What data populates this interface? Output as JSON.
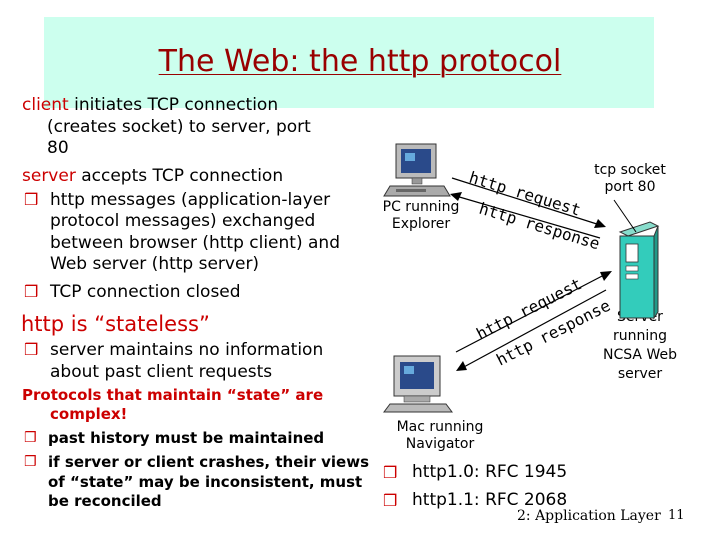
{
  "slide": {
    "title": "The Web: the http protocol",
    "footer_chapter": "2: Application Layer",
    "page_number": "11"
  },
  "body": {
    "line1_client": "client",
    "line1_rest": " initiates TCP connection",
    "line2": "(creates socket) to server, port",
    "line3": "80",
    "line4_server": "server",
    "line4_rest": " accepts TCP connection",
    "bullet1_line1": "http messages (application-layer",
    "bullet1_line2": "protocol messages) exchanged",
    "bullet1_line3": "between browser (http client) and",
    "bullet1_line4": "Web server (http server)",
    "bullet2": "TCP connection closed",
    "stateless_heading": "http is “stateless”",
    "bullet3_line1": "server maintains no information",
    "bullet3_line2": "about past client requests",
    "protocols_heading": "Protocols that maintain “state” are",
    "protocols_heading2": "complex!",
    "bullet4": "past history must be maintained",
    "bullet5_line1": "if server or client crashes, their views",
    "bullet5_line2": "of “state” may be inconsistent, must",
    "bullet5_line3": "be reconciled",
    "rfc1": "http1.0: RFC 1945",
    "rfc2": "http1.1: RFC 2068"
  },
  "diagram": {
    "pc_label_line1": "PC running",
    "pc_label_line2": "Explorer",
    "mac_label_line1": "Mac running",
    "mac_label_line2": "Navigator",
    "server_label_line1": "Server",
    "server_label_line2": "running",
    "server_label_line3": "NCSA Web",
    "server_label_line4": "server",
    "tcp_label_line1": "tcp socket",
    "tcp_label_line2": "port 80",
    "pc_request": "http request",
    "pc_response": "http response",
    "mac_request": "http request",
    "mac_response": "http response"
  },
  "colors": {
    "title_bg": "#ccffee",
    "title_text": "#990000",
    "accent_red": "#cc0000",
    "server_teal": "#33ccbb"
  }
}
